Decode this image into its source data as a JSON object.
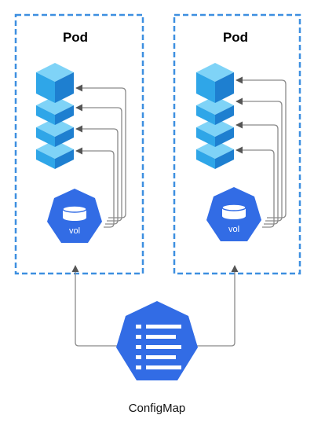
{
  "pods": [
    {
      "title": "Pod",
      "volume_label": "vol"
    },
    {
      "title": "Pod",
      "volume_label": "vol"
    }
  ],
  "configmap": {
    "label": "ConfigMap",
    "icon": "list-icon"
  },
  "colors": {
    "pod_border": "#3d8fe0",
    "k8s_blue": "#326ce5",
    "cube_top": "#7fd3f7",
    "cube_left": "#2fa6e8",
    "cube_right": "#1e7fd0",
    "connector": "#8a8a8a"
  }
}
